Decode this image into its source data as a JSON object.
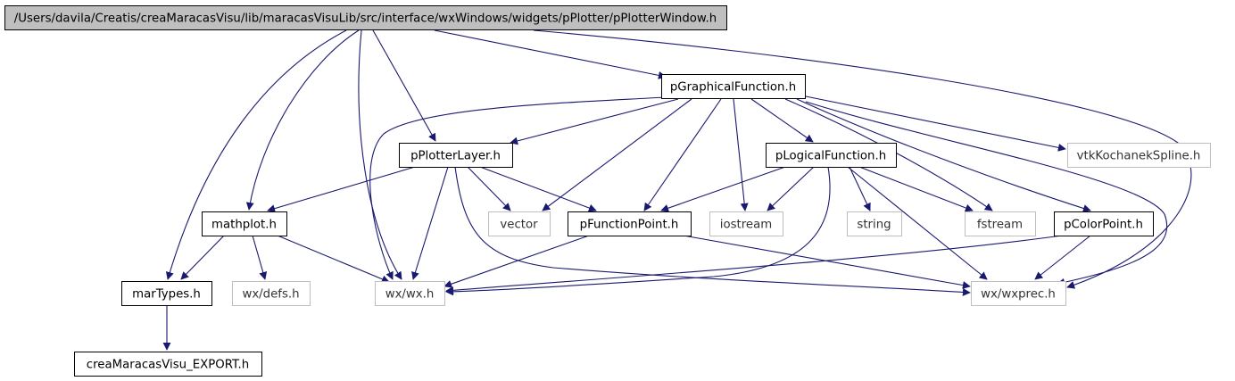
{
  "diagram": {
    "colors": {
      "edge": "#191970",
      "root_fill": "#bfbfbf",
      "node_border": "#000000",
      "external_border": "#bfbfbf",
      "label": "#000000",
      "external_label": "#333333",
      "background": "#ffffff"
    },
    "nodes": [
      {
        "id": "root",
        "label": "/Users/davila/Creatis/creaMaracasVisu/lib/maracasVisuLib/src/interface/wxWindows/widgets/pPlotter/pPlotterWindow.h",
        "kind": "root"
      },
      {
        "id": "pgraphical",
        "label": "pGraphicalFunction.h",
        "kind": "header"
      },
      {
        "id": "pplotterlayer",
        "label": "pPlotterLayer.h",
        "kind": "header"
      },
      {
        "id": "plogical",
        "label": "pLogicalFunction.h",
        "kind": "header"
      },
      {
        "id": "vtkkochanek",
        "label": "vtkKochanekSpline.h",
        "kind": "external"
      },
      {
        "id": "mathplot",
        "label": "mathplot.h",
        "kind": "header"
      },
      {
        "id": "vector",
        "label": "vector",
        "kind": "external"
      },
      {
        "id": "pfunctionpoint",
        "label": "pFunctionPoint.h",
        "kind": "header"
      },
      {
        "id": "iostream",
        "label": "iostream",
        "kind": "external"
      },
      {
        "id": "string",
        "label": "string",
        "kind": "external"
      },
      {
        "id": "fstream",
        "label": "fstream",
        "kind": "external"
      },
      {
        "id": "pcolorpoint",
        "label": "pColorPoint.h",
        "kind": "header"
      },
      {
        "id": "martypes",
        "label": "marTypes.h",
        "kind": "header"
      },
      {
        "id": "wxdefs",
        "label": "wx/defs.h",
        "kind": "external"
      },
      {
        "id": "wxwx",
        "label": "wx/wx.h",
        "kind": "external"
      },
      {
        "id": "wxprec",
        "label": "wx/wxprec.h",
        "kind": "external"
      },
      {
        "id": "export",
        "label": "creaMaracasVisu_EXPORT.h",
        "kind": "header"
      }
    ],
    "edges": [
      {
        "from": "root",
        "to": "pgraphical"
      },
      {
        "from": "root",
        "to": "pplotterlayer"
      },
      {
        "from": "root",
        "to": "mathplot"
      },
      {
        "from": "root",
        "to": "martypes"
      },
      {
        "from": "root",
        "to": "wxwx"
      },
      {
        "from": "root",
        "to": "wxprec"
      },
      {
        "from": "pgraphical",
        "to": "pplotterlayer"
      },
      {
        "from": "pgraphical",
        "to": "vector"
      },
      {
        "from": "pgraphical",
        "to": "pfunctionpoint"
      },
      {
        "from": "pgraphical",
        "to": "iostream"
      },
      {
        "from": "pgraphical",
        "to": "plogical"
      },
      {
        "from": "pgraphical",
        "to": "fstream"
      },
      {
        "from": "pgraphical",
        "to": "pcolorpoint"
      },
      {
        "from": "pgraphical",
        "to": "vtkkochanek"
      },
      {
        "from": "pgraphical",
        "to": "wxprec"
      },
      {
        "from": "pgraphical",
        "to": "wxwx"
      },
      {
        "from": "pplotterlayer",
        "to": "mathplot"
      },
      {
        "from": "pplotterlayer",
        "to": "vector"
      },
      {
        "from": "pplotterlayer",
        "to": "pfunctionpoint"
      },
      {
        "from": "pplotterlayer",
        "to": "wxwx"
      },
      {
        "from": "pplotterlayer",
        "to": "wxprec"
      },
      {
        "from": "plogical",
        "to": "pfunctionpoint"
      },
      {
        "from": "plogical",
        "to": "iostream"
      },
      {
        "from": "plogical",
        "to": "string"
      },
      {
        "from": "plogical",
        "to": "fstream"
      },
      {
        "from": "plogical",
        "to": "wxwx"
      },
      {
        "from": "plogical",
        "to": "wxprec"
      },
      {
        "from": "mathplot",
        "to": "martypes"
      },
      {
        "from": "mathplot",
        "to": "wxdefs"
      },
      {
        "from": "mathplot",
        "to": "wxwx"
      },
      {
        "from": "pfunctionpoint",
        "to": "wxwx"
      },
      {
        "from": "pfunctionpoint",
        "to": "wxprec"
      },
      {
        "from": "pcolorpoint",
        "to": "wxwx"
      },
      {
        "from": "pcolorpoint",
        "to": "wxprec"
      },
      {
        "from": "martypes",
        "to": "export"
      }
    ]
  }
}
